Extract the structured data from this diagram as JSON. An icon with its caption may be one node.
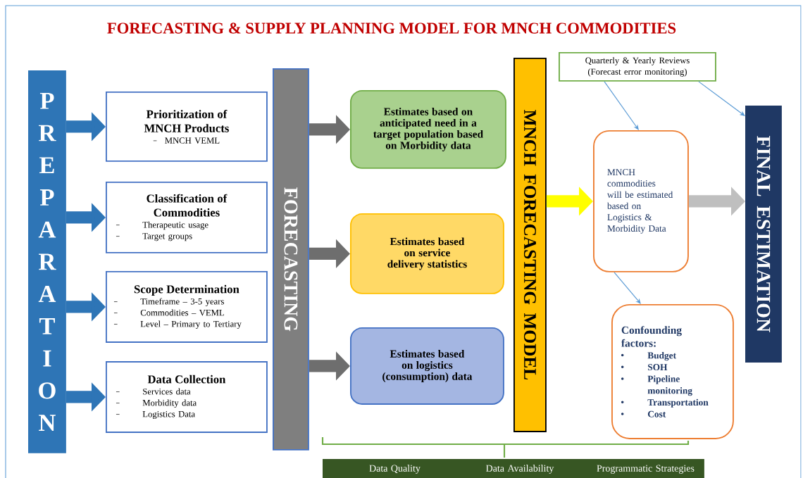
{
  "diagram": {
    "title": "FORECASTING & SUPPLY PLANNING MODEL FOR MNCH COMMODITIES",
    "nodes": [
      {
        "text": [
          "PREPARATION"
        ]
      },
      {
        "text": [
          "Prioritization of MNCH Products",
          "MNCH VEML"
        ]
      },
      {
        "text": [
          "Classification of Commodities",
          "Therapeutic usage",
          "Target groups"
        ]
      },
      {
        "text": [
          "Scope Determination",
          "Timeframe – 3-5 years",
          "Commodities – VEML",
          "Level – Primary to Tertiary"
        ]
      },
      {
        "text": [
          "Data Collection",
          "Services data",
          "Morbidity data",
          "Logistics Data"
        ]
      },
      {
        "text": [
          "FORECASTING"
        ]
      },
      {
        "text": [
          "Estimates based on anticipated need in a target population based on Morbidity data"
        ]
      },
      {
        "text": [
          "Estimates based on service delivery statistics"
        ]
      },
      {
        "text": [
          "Estimates based on logistics (consumption) data"
        ]
      },
      {
        "text": [
          "MNCH FORECASTING MODEL"
        ]
      },
      {
        "text": [
          "Quarterly & Yearly Reviews (Forecast error monitoring)"
        ]
      },
      {
        "text": [
          "MNCH commodities will be estimated based on Logistics & Morbidity Data"
        ]
      },
      {
        "text": [
          "Confounding factors:",
          "Budget",
          "SOH",
          "Pipeline monitoring",
          "Transportation",
          "Cost"
        ]
      },
      {
        "text": [
          "FINAL ESTIMATION"
        ]
      },
      {
        "text": [
          "Data Quality",
          "Data Availability",
          "Programmatic Strategies"
        ]
      }
    ],
    "edges": [
      {
        "from": 0,
        "to": 1,
        "arrow": "to",
        "color": "#2e75b6"
      },
      {
        "from": 0,
        "to": 2,
        "arrow": "to",
        "color": "#2e75b6"
      },
      {
        "from": 0,
        "to": 3,
        "arrow": "to",
        "color": "#2e75b6"
      },
      {
        "from": 0,
        "to": 4,
        "arrow": "to",
        "color": "#2e75b6"
      },
      {
        "from": 5,
        "to": 6,
        "arrow": "to",
        "color": "#6e6e6e"
      },
      {
        "from": 5,
        "to": 7,
        "arrow": "to",
        "color": "#6e6e6e"
      },
      {
        "from": 5,
        "to": 8,
        "arrow": "to",
        "color": "#6e6e6e"
      },
      {
        "from": 9,
        "to": 11,
        "arrow": "to",
        "color": "#ffff00"
      },
      {
        "from": 11,
        "to": 13,
        "arrow": "to",
        "color": "#bfbfbf"
      },
      {
        "from": 10,
        "to": 11,
        "arrow": "to",
        "color": "#5b9bd5"
      },
      {
        "from": 10,
        "to": 13,
        "arrow": "to",
        "color": "#5b9bd5"
      },
      {
        "from": 11,
        "to": 12,
        "arrow": "to",
        "color": "#5b9bd5"
      }
    ]
  }
}
